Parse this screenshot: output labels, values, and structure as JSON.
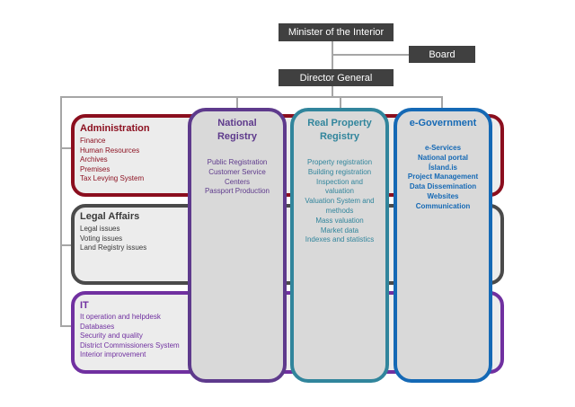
{
  "top": {
    "minister": "Minister of the Interior",
    "board": "Board",
    "director": "Director General"
  },
  "rows": {
    "administration": {
      "title": "Administration",
      "items": [
        "Finance",
        "Human Resources",
        "Archives",
        "Premises",
        "Tax Levying System"
      ]
    },
    "legal": {
      "title": "Legal Affairs",
      "items": [
        "Legal issues",
        "Voting issues",
        "Land Registry issues"
      ]
    },
    "it": {
      "title": "IT",
      "items": [
        "It operation and helpdesk",
        "Databases",
        "Security and quality",
        "District Commissioners System",
        "Interior improvement"
      ]
    }
  },
  "columns": {
    "national": {
      "title": [
        "National",
        "Registry"
      ],
      "items": [
        "Public Registration",
        "Customer Service",
        "Centers",
        "Passport Production"
      ]
    },
    "property": {
      "title": [
        "Real Property",
        "Registry"
      ],
      "items": [
        "Property registration",
        "Building registration",
        "Inspection and",
        "valuation",
        "Valuation System and",
        "methods",
        "Mass valuation",
        "Market data",
        "Indexes and statistics"
      ]
    },
    "egov": {
      "title": [
        "e-Government"
      ],
      "items": [
        "e-Services",
        "National portal",
        "Ísland.is",
        "Project Management",
        "Data Dissemination",
        "Websites",
        "Communication"
      ]
    }
  },
  "colors": {
    "administration": "#8b0e1e",
    "legal": "#4a4a4a",
    "it": "#7030a0",
    "national": "#5e3a8c",
    "property": "#31859c",
    "egov": "#1569b5"
  }
}
